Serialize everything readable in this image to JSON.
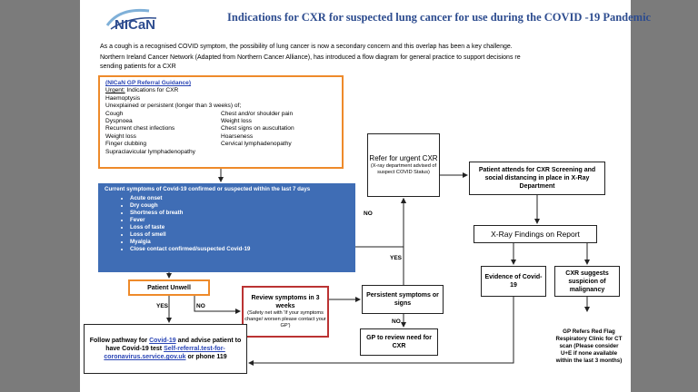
{
  "logo": {
    "text": "NICaN"
  },
  "title": "Indications for CXR for suspected lung cancer for use during the COVID -19 Pandemic",
  "intro": {
    "line1": "As a cough is a recognised COVID symptom, the possibility of lung cancer is now a secondary concern and this overlap has been a key challenge.",
    "line2": "Northern Ireland Cancer Network (Adapted from Northern Cancer Alliance), has introduced a flow diagram for general practice to support decisions re",
    "line3": "sending patients for a CXR"
  },
  "referral": {
    "heading": "(NICaN GP Referral Guidance)",
    "urgent_label": "Urgent:",
    "urgent_text": " Indications for CXR",
    "haemoptysis": "Haemoptysis",
    "unexplained": "Unexplained or persistent (longer than 3 weeks) of;",
    "left_items": [
      "Cough",
      "Dyspnoea",
      "Recurrent chest infections",
      "Weight loss",
      "Finger clubbing",
      "Supraclavicular lymphadenopathy"
    ],
    "right_items": [
      "Chest and/or shoulder pain",
      "Weight loss",
      "Chest signs on auscultation",
      "Hoarseness",
      "Cervical lymphadenopathy"
    ]
  },
  "covid": {
    "heading": "Current symptoms of Covid-19 confirmed or suspected within the last 7 days",
    "items": [
      "Acute onset",
      "Dry cough",
      "Shortness of breath",
      "Fever",
      "Loss of taste",
      "Loss of smell",
      "Myalgia",
      "Close contact confirmed/suspected Covid-19"
    ]
  },
  "unwell": "Patient Unwell",
  "labels": {
    "yes_left": "YES",
    "no_left": "NO",
    "no_mid": "NO",
    "yes_mid": "YES",
    "no_persist": "NO"
  },
  "review": {
    "main": "Review symptoms in 3 weeks",
    "sub": "(Safety net with 'If your symptoms change/ worsen please contact your GP')"
  },
  "follow": {
    "part1": "Follow pathway for ",
    "covid_link": "Covid-19",
    "part2": " and advise patient to have Covid-19 test",
    "self_link": "Self-referral.test-for-coronavirus.service.gov.uk",
    "part3": " or phone 119"
  },
  "urgent_cxr": {
    "main": "Refer for urgent CXR",
    "sub": "(X-ray department advised of suspect COVID Status)"
  },
  "persistent": "Persistent symptoms or signs",
  "gp_review": "GP to review need for CXR",
  "attends": "Patient attends for CXR Screening and social distancing in place in X-Ray Department",
  "xray": "X-Ray Findings on Report",
  "evidence": "Evidence of Covid-19",
  "suspicion": "CXR suggests suspicion of malignancy",
  "redflag": "GP Refers Red Flag Respiratory Clinic for CT scan (Please consider U+E if none available within the last 3 months)",
  "colors": {
    "title": "#2d4c8f",
    "covid_fill": "#3f6db5",
    "orange": "#ee8a2a",
    "red": "#b33333"
  }
}
